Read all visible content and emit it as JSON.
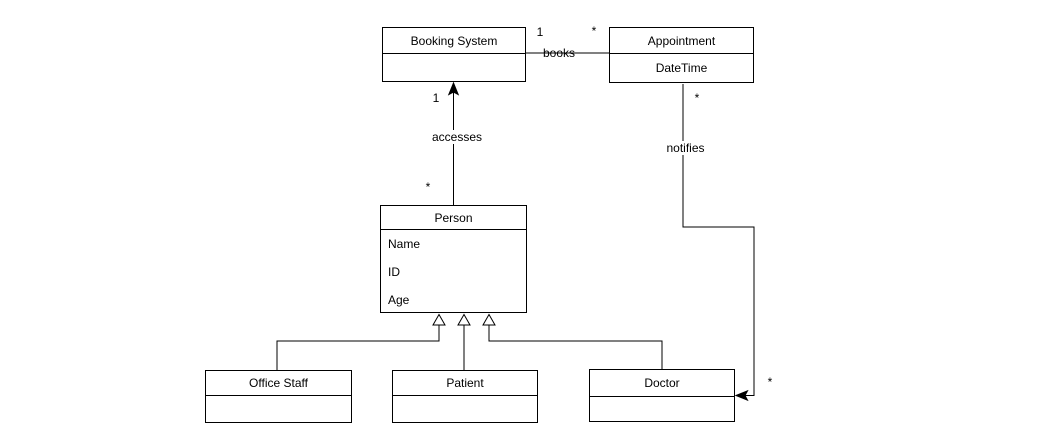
{
  "diagram_type": "uml-class-diagram",
  "colors": {
    "stroke": "#000000",
    "shape_fill": "#ffffff",
    "background": "#ffffff"
  },
  "classes": {
    "booking_system": {
      "name": "Booking System",
      "attributes": []
    },
    "appointment": {
      "name": "Appointment",
      "attributes": [
        "DateTime"
      ]
    },
    "person": {
      "name": "Person",
      "attributes": [
        "Name",
        "ID",
        "Age"
      ]
    },
    "office_staff": {
      "name": "Office Staff",
      "attributes": []
    },
    "patient": {
      "name": "Patient",
      "attributes": []
    },
    "doctor": {
      "name": "Doctor",
      "attributes": []
    }
  },
  "relationships": {
    "books": {
      "label": "books",
      "source": "Booking System",
      "target": "Appointment",
      "source_multiplicity": "1",
      "target_multiplicity": "*",
      "style": "association"
    },
    "accesses": {
      "label": "accesses",
      "source": "Person",
      "target": "Booking System",
      "source_multiplicity": "*",
      "target_multiplicity": "1",
      "style": "directed-association"
    },
    "notifies": {
      "label": "notifies",
      "source": "Appointment",
      "target": "Doctor",
      "source_multiplicity": "*",
      "target_multiplicity": "*",
      "style": "directed-association"
    },
    "generalizations": [
      {
        "source": "Office Staff",
        "target": "Person"
      },
      {
        "source": "Patient",
        "target": "Person"
      },
      {
        "source": "Doctor",
        "target": "Person"
      }
    ]
  }
}
